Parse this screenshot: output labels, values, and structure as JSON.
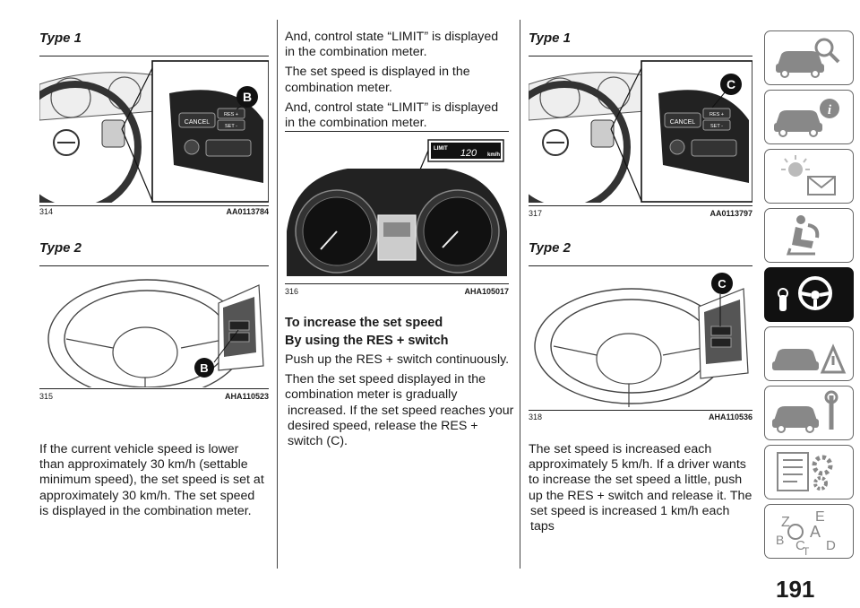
{
  "col1": {
    "type1_heading": "Type 1",
    "fig314": {
      "num": "314",
      "code": "AA0113784",
      "callout": "B",
      "btn_cancel": "CANCEL",
      "btn_res": "RES +",
      "btn_set": "SET -"
    },
    "type2_heading": "Type 2",
    "fig315": {
      "num": "315",
      "code": "AHA110523",
      "callout": "B"
    },
    "para": [
      "If the current vehicle speed is lower",
      "than approximately 30 km/h (settable",
      "minimum speed), the set speed is set at",
      "approximately 30 km/h. The set speed",
      "is displayed in the combination meter."
    ]
  },
  "col2": {
    "para_top": [
      "And, control state “LIMIT” is displayed",
      "in the combination meter.",
      "The set speed is displayed in the",
      "combination meter.",
      "And, control state “LIMIT” is displayed",
      "in the combination meter."
    ],
    "fig316": {
      "num": "316",
      "code": "AHA105017",
      "limit_label": "LIMIT",
      "speed_value": "120",
      "speed_unit": "km/h"
    },
    "heading_increase": "To increase the set speed",
    "heading_res": "By using the RES + switch",
    "para_bottom": [
      "Push up the RES + switch continuously.",
      "Then the set speed displayed in the",
      "combination meter is gradually",
      "increased. If the set speed reaches your",
      "desired speed, release the RES +",
      "switch (C)."
    ]
  },
  "col3": {
    "type1_heading": "Type 1",
    "fig317": {
      "num": "317",
      "code": "AA0113797",
      "callout": "C",
      "btn_cancel": "CANCEL",
      "btn_res": "RES +",
      "btn_set": "SET -"
    },
    "type2_heading": "Type 2",
    "fig318": {
      "num": "318",
      "code": "AHA110536",
      "callout": "C"
    },
    "para": [
      "The set speed is increased each",
      "approximately 5 km/h. If a driver wants",
      "to increase the set speed a little, push",
      "up the RES + switch and release it. The",
      "set speed is increased 1 km/h each",
      "taps"
    ]
  },
  "sidebar": {
    "tabs": [
      {
        "name": "car-search-icon"
      },
      {
        "name": "car-info-icon"
      },
      {
        "name": "warning-light-message-icon"
      },
      {
        "name": "airbag-seat-icon"
      },
      {
        "name": "key-steering-wheel-icon",
        "active": true
      },
      {
        "name": "car-warning-triangle-icon"
      },
      {
        "name": "car-wrench-icon"
      },
      {
        "name": "specs-gear-icon"
      },
      {
        "name": "alphabet-index-icon",
        "letters": [
          "Z",
          "E",
          "A",
          "B",
          "C",
          "D",
          "T"
        ]
      }
    ]
  },
  "page_number": "191"
}
